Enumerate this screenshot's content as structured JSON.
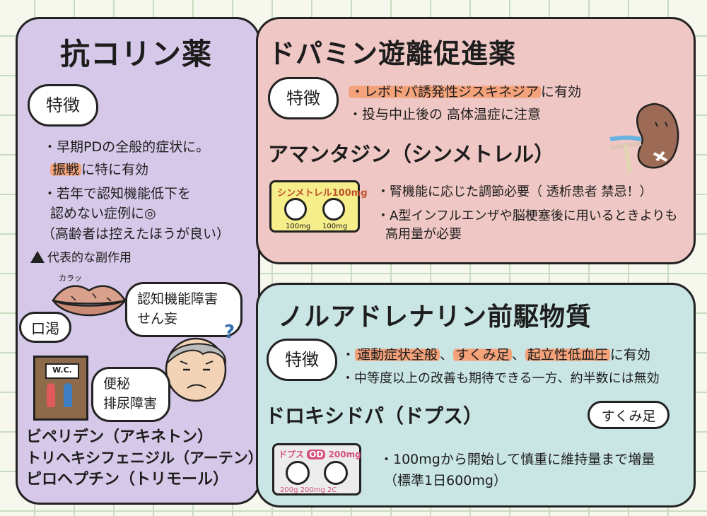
{
  "left": {
    "title": "抗コリン薬",
    "feature_label": "特徴",
    "bullet1_a": "・早期PDの全般的症状に。",
    "bullet1_hl": "振戦",
    "bullet1_b": "に特に有効",
    "bullet2_a": "・若年で認知機能低下を",
    "bullet2_b": "認めない症例に◎",
    "bullet2_c": "（高齢者は控えたほうが良い）",
    "side_effects": "代表的な副作用",
    "lips_caption": "カラッ",
    "dry_mouth": "口渇",
    "cognitive_1": "認知機能障害",
    "cognitive_2": "せん妄",
    "question_mark": "?",
    "constipation_1": "便秘",
    "constipation_2": "排尿障害",
    "wc": "W.C.",
    "drug1": "ビペリデン（アキネトン）",
    "drug2": "トリヘキシフェニジル（アーテン）",
    "drug3": "ピロヘプチン（トリモール）"
  },
  "dopa": {
    "title": "ドパミン遊離促進薬",
    "feature_label": "特徴",
    "bullet1_hl": "・レボドパ誘発性ジスキネジア",
    "bullet1_b": "に有効",
    "bullet2": "・投与中止後の 高体温症に注意",
    "drug_heading": "アマンタジン（シンメトレル）",
    "card_label": "シンメトレル100mg",
    "card_dose1": "100mg",
    "card_dose2": "100mg",
    "note1": "・腎機能に応じた調節必要（ 透析患者 禁忌！）",
    "note2_a": "・A型インフルエンザや脳梗塞後に用いるときよりも",
    "note2_b": "高用量が必要"
  },
  "nor": {
    "title": "ノルアドレナリン前駆物質",
    "feature_label": "特徴",
    "bullet1_hl1": "運動症状全般",
    "bullet1_sep1": "、",
    "bullet1_hl2": "すくみ足",
    "bullet1_sep2": "、",
    "bullet1_hl3": "起立性低血圧",
    "bullet1_b": "に有効",
    "bullet1_dot": "・",
    "bullet2": "・中等度以上の改善も期待できる一方、約半数には無効",
    "drug_heading": "ドロキシドパ（ドプス）",
    "freeze_tag": "すくみ足",
    "card_label_a": "ドプス",
    "card_label_od": "OD",
    "card_label_b": "200mg",
    "card_foot": "200g  200mg  2C",
    "note1": "・100mgから開始して慎重に維持量まで増量",
    "note2": "（標準1日600mg）"
  },
  "colors": {
    "purple_panel": "#d6c8e8",
    "pink_panel": "#efc7c4",
    "teal_panel": "#c9e5e4",
    "highlight": "#f4a27a",
    "grid": "#c9dbc2"
  }
}
